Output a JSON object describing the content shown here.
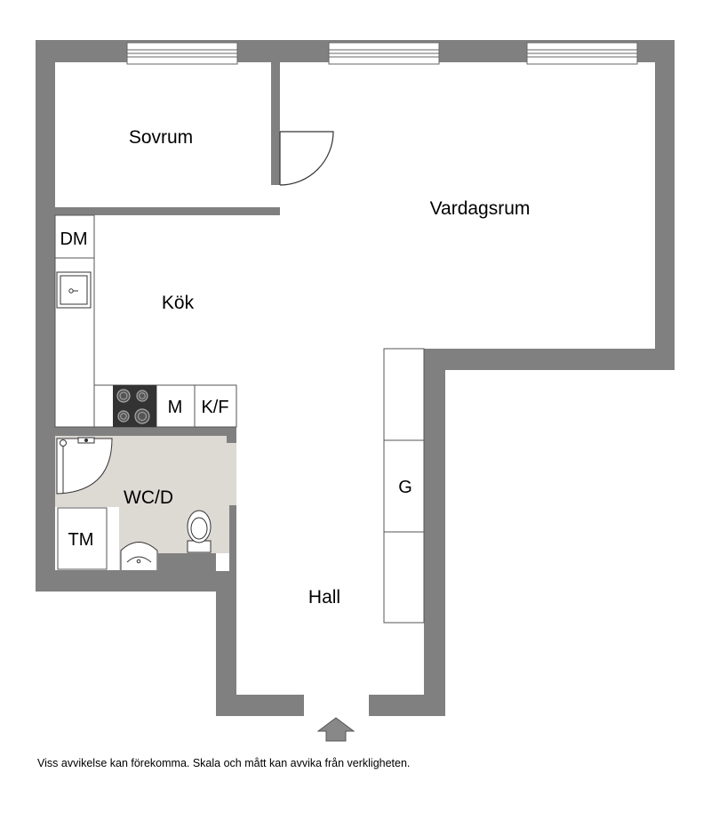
{
  "rooms": {
    "sovrum": "Sovrum",
    "vardagsrum": "Vardagsrum",
    "kok": "Kök",
    "wcd": "WC/D",
    "hall": "Hall"
  },
  "fixtures": {
    "dm": "DM",
    "m": "M",
    "kf": "K/F",
    "tm": "TM",
    "g": "G"
  },
  "disclaimer": "Viss avvikelse kan förekomma. Skala och mått kan avvika från verkligheten.",
  "colors": {
    "wall": "#808080",
    "bathroom_floor": "#ddd9d3",
    "stove": "#333333"
  },
  "icons": {
    "entrance": "entrance-arrow-icon",
    "sink": "sink-icon",
    "stove": "stove-icon",
    "toilet": "toilet-icon",
    "shower": "shower-icon"
  }
}
